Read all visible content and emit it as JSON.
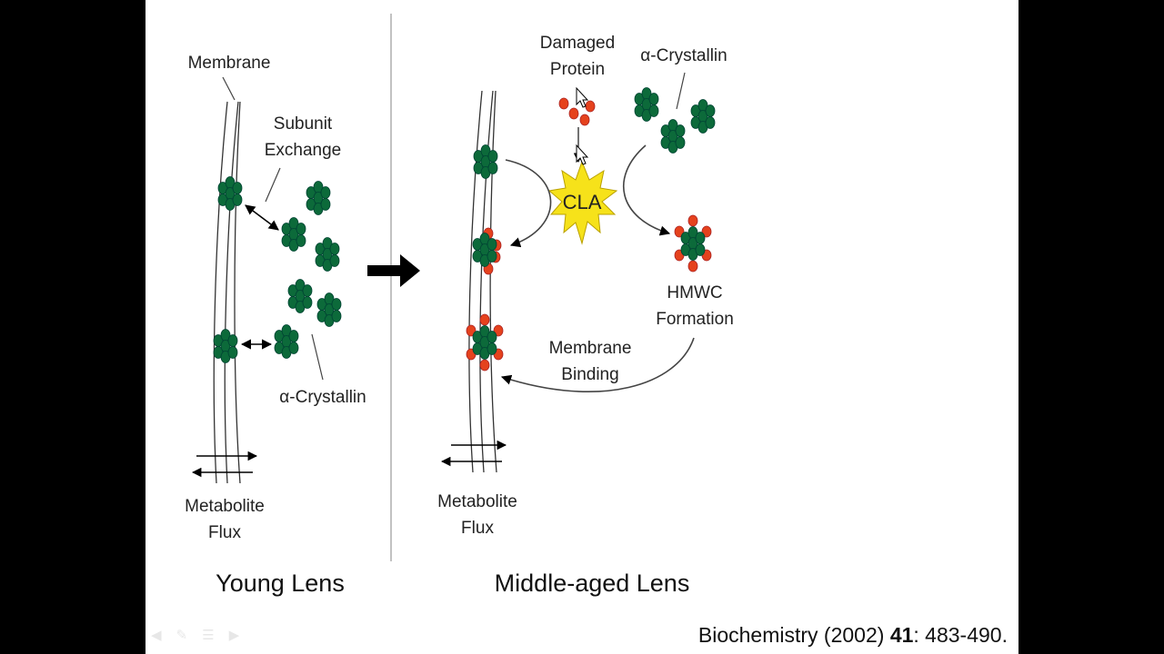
{
  "slide": {
    "young": {
      "membrane": "Membrane",
      "subunit_exchange": [
        "Subunit",
        "Exchange"
      ],
      "alpha_crystallin": "α-Crystallin",
      "metabolite_flux": [
        "Metabolite",
        "Flux"
      ],
      "title": "Young Lens"
    },
    "middle": {
      "damaged_protein": [
        "Damaged",
        "Protein"
      ],
      "alpha_crystallin": "α-Crystallin",
      "cla": "CLA",
      "hmwc_formation": [
        "HMWC",
        "Formation"
      ],
      "membrane_binding": [
        "Membrane",
        "Binding"
      ],
      "metabolite_flux": [
        "Metabolite",
        "Flux"
      ],
      "title": "Middle-aged Lens"
    },
    "citation": {
      "prefix": "Biochemistry (2002) ",
      "volume": "41",
      "pages": ": 483-490."
    }
  },
  "nav": {
    "prev": "prev-icon",
    "pen": "pen-icon",
    "menu": "menu-icon",
    "next": "next-icon"
  },
  "colors": {
    "green": "#0c6a3a",
    "red": "#e5421d",
    "starburst": "#f6e21a",
    "background": "#ffffff",
    "frame": "#000000"
  }
}
